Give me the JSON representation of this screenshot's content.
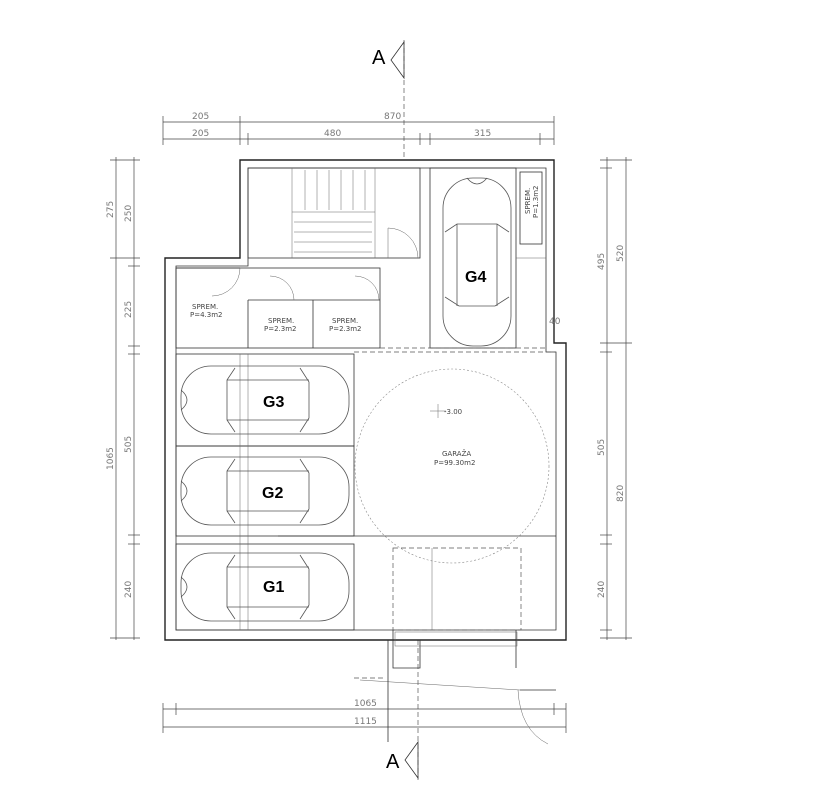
{
  "section_mark": "A",
  "dims_top": {
    "row1": [
      "205",
      "870"
    ],
    "row2": [
      "205",
      "480",
      "315"
    ]
  },
  "dims_bottom": [
    "1065",
    "1115"
  ],
  "dims_left": {
    "outer": [
      "275",
      "1065"
    ],
    "inner": [
      "250",
      "225",
      "505",
      "240"
    ]
  },
  "dims_right": {
    "inner": [
      "495",
      "505",
      "240"
    ],
    "outer": [
      "520",
      "820"
    ]
  },
  "dim_small": "40",
  "rooms": {
    "sprem1": {
      "name": "SPREM.",
      "area": "P=4.3m2"
    },
    "sprem2": {
      "name": "SPREM.",
      "area": "P=2.3m2"
    },
    "sprem3": {
      "name": "SPREM.",
      "area": "P=2.3m2"
    },
    "sprem4": {
      "name": "SPREM.",
      "area": "P=1.3m2"
    },
    "garaza": {
      "name": "GARAŽA",
      "area": "P=99.30m2"
    }
  },
  "level": "-3.00",
  "garages": [
    "G1",
    "G2",
    "G3",
    "G4"
  ]
}
